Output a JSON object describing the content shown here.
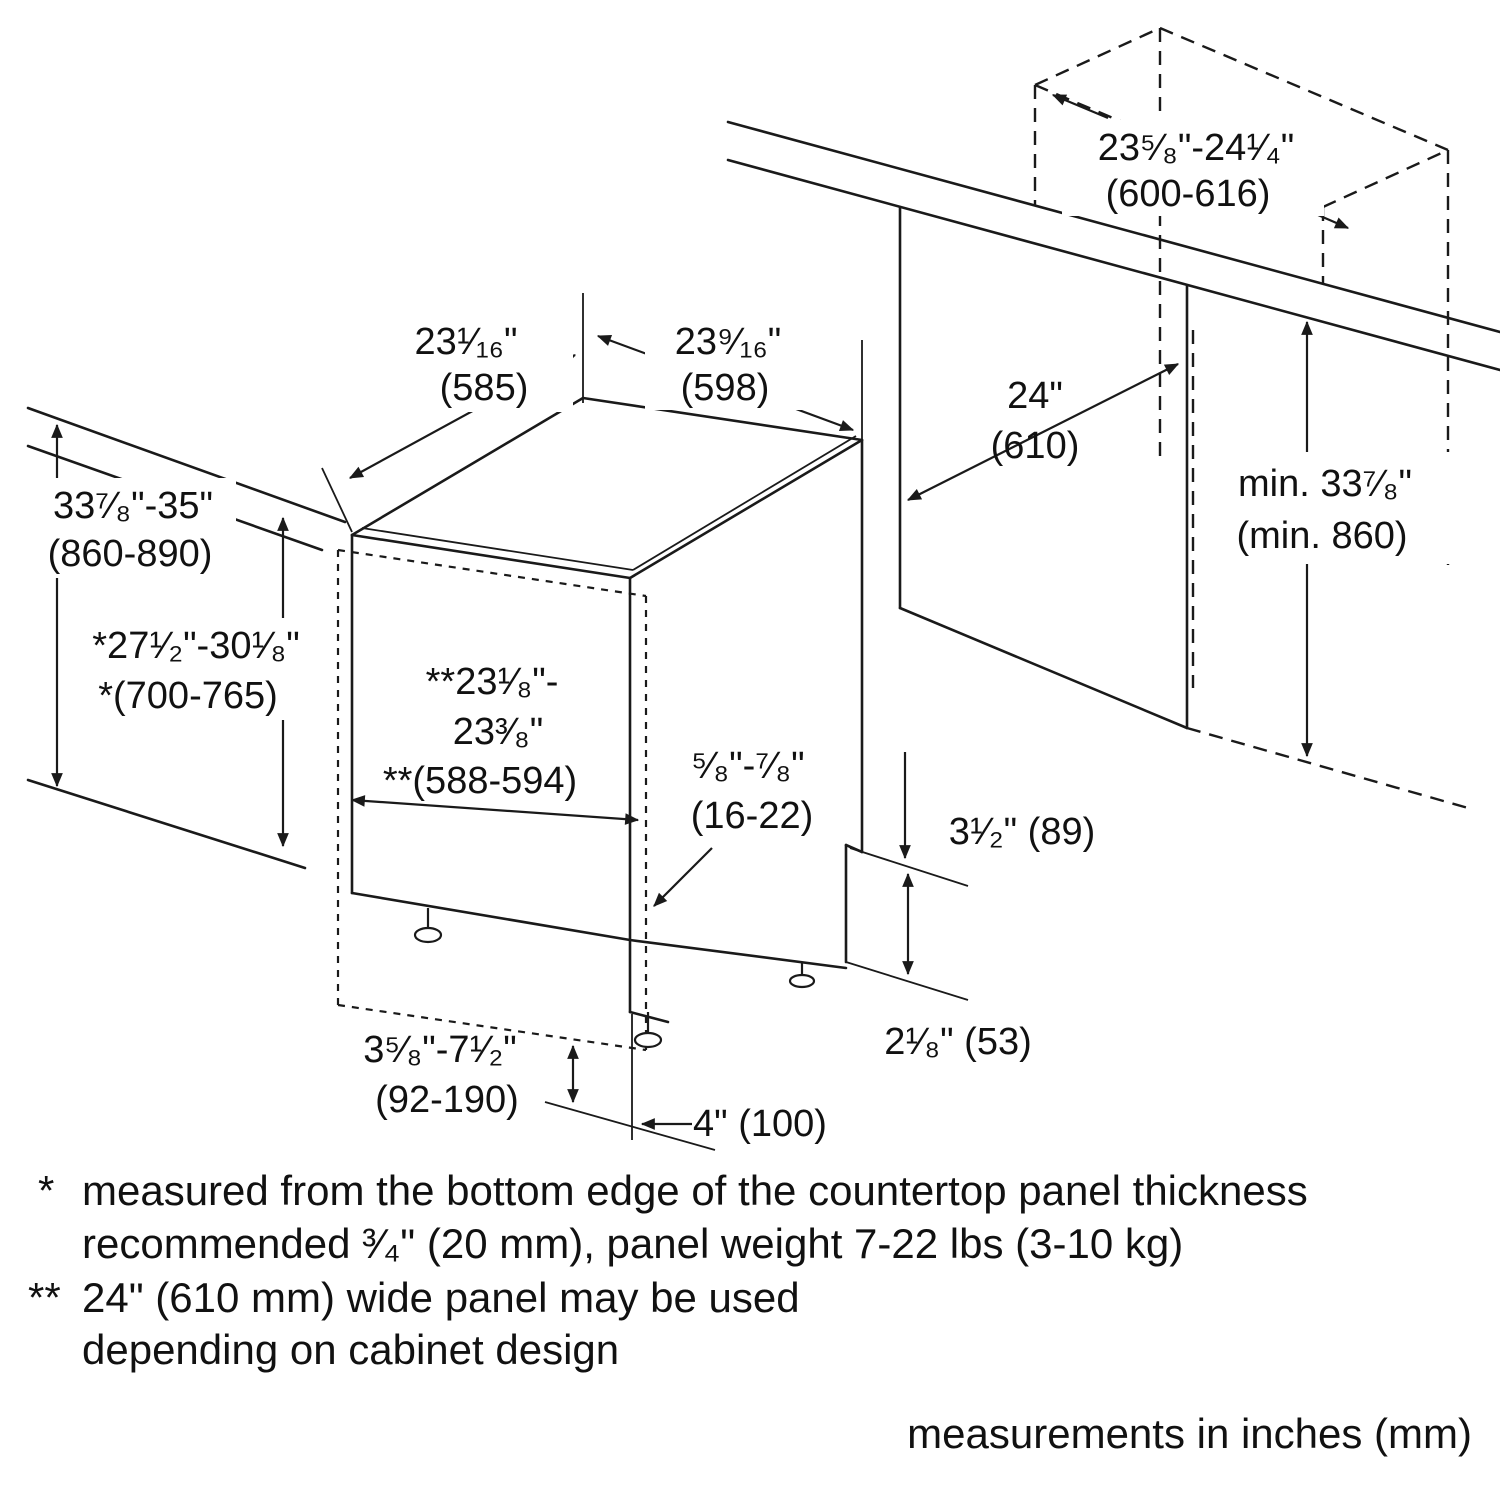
{
  "labels": {
    "cabinet_depth_in": "23⁵⁄₈\"-24¹⁄₄\"",
    "cabinet_depth_mm": "(600-616)",
    "dw_top_left_in": "23¹⁄₁₆\"",
    "dw_top_left_mm": "(585)",
    "dw_top_right_in": "23⁹⁄₁₆\"",
    "dw_top_right_mm": "(598)",
    "opening_width_in": "24\"",
    "opening_width_mm": "(610)",
    "opening_height_in": "min. 33⁷⁄₈\"",
    "opening_height_mm": "(min. 860)",
    "niche_height_in": "33⁷⁄₈\"-35\"",
    "niche_height_mm": "(860-890)",
    "panel_height_in": "*27¹⁄₂\"-30¹⁄₈\"",
    "panel_height_mm": "*(700-765)",
    "panel_width_in_1": "**23¹⁄₈\"-",
    "panel_width_in_2": "23³⁄₈\"",
    "panel_width_mm": "**(588-594)",
    "door_gap_in": "⁵⁄₈\"-⁷⁄₈\"",
    "door_gap_mm": "(16-22)",
    "toe_height": "3¹⁄₂\" (89)",
    "rear_offset": "2¹⁄₈\" (53)",
    "leg_height_in": "3⁵⁄₈\"-7¹⁄₂\"",
    "leg_height_mm": "(92-190)",
    "foot_depth": "4\" (100)"
  },
  "footnotes": {
    "star1_marker": "*",
    "star1_line1": "measured from the bottom edge of the countertop panel thickness",
    "star1_line2": "recommended ³⁄₄\" (20 mm), panel weight 7-22 lbs (3-10 kg)",
    "star2_marker": "**",
    "star2_line1": "24\" (610 mm) wide panel may be used",
    "star2_line2": "depending on cabinet design"
  },
  "caption": "measurements in inches (mm)"
}
